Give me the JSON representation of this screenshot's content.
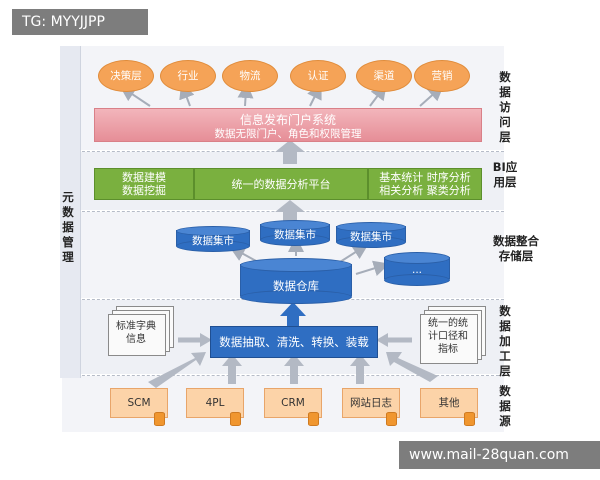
{
  "watermarks": {
    "top": "TG: MYYJJPP",
    "bottom": "www.mail-28quan.com"
  },
  "layers": {
    "access": "数据访问层",
    "bi": "BI应用层",
    "storage": "数据整合存储层",
    "processing": "数据加工层",
    "source": "数据源"
  },
  "meta_vertical": "元数据管理",
  "access_ovals": [
    "决策层",
    "行业",
    "物流",
    "认证",
    "渠道",
    "营销"
  ],
  "portal": {
    "title": "信息发布门户系统",
    "subtitle": "数据无限门户、角色和权限管理"
  },
  "bi": {
    "left": [
      "数据建模",
      "数据挖掘"
    ],
    "middle": "统一的数据分析平台",
    "right": [
      "基本统计  时序分析",
      "相关分析  聚类分析"
    ]
  },
  "storage": {
    "marts": [
      "数据集市",
      "数据集市",
      "数据集市"
    ],
    "extra": "...",
    "warehouse": "数据仓库"
  },
  "processing": {
    "etl": "数据抽取、清洗、转换、装载",
    "left_doc": [
      "标准字典",
      "信息"
    ],
    "right_doc": [
      "统一的统",
      "计口径和",
      "指标"
    ]
  },
  "sources": [
    "SCM",
    "4PL",
    "CRM",
    "网站日志",
    "其他"
  ]
}
